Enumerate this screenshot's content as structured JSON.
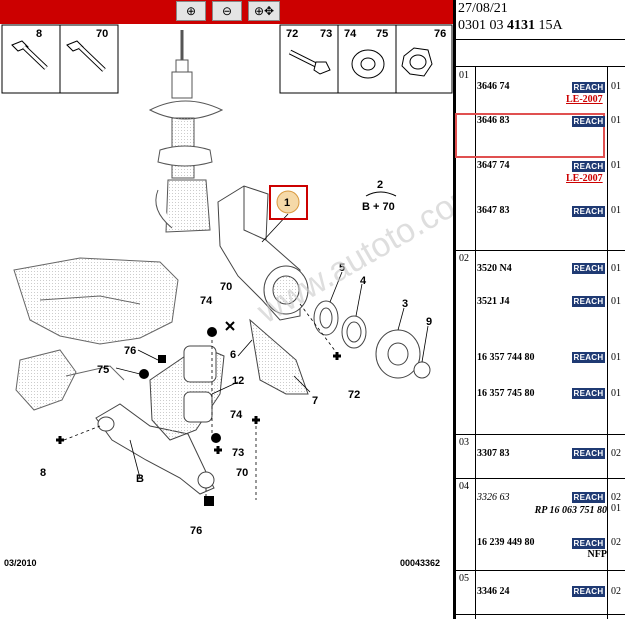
{
  "toolbar": {
    "buttons": [
      {
        "name": "zoom-in",
        "icon": "zoom-in-icon",
        "glyph": "⊕"
      },
      {
        "name": "zoom-out",
        "icon": "zoom-out-icon",
        "glyph": "⊖"
      },
      {
        "name": "zoom-fit",
        "icon": "zoom-fit-icon",
        "glyph": "⊕✥"
      }
    ]
  },
  "diagram": {
    "footer_date": "03/2010",
    "footer_code": "00043362",
    "watermark": "www.autoto.com",
    "fastener_labels": [
      "8",
      "70",
      "72",
      "73",
      "74",
      "75",
      "76"
    ],
    "callouts": [
      "1",
      "2",
      "B + 70",
      "3",
      "4",
      "5",
      "6",
      "7",
      "8",
      "9",
      "12",
      "70",
      "72",
      "73",
      "74",
      "75",
      "76",
      "B"
    ]
  },
  "header": {
    "date": "27/08/21",
    "ref_prefix": "0301 03",
    "ref_bold": "4131",
    "ref_suffix": "15A"
  },
  "groups": [
    {
      "num": "01",
      "parts": [
        {
          "pn": "3646 74",
          "reach": "REACH",
          "note": "LE-2007",
          "qty": "01"
        },
        {
          "pn": "3646 83",
          "reach": "REACH",
          "qty": "01",
          "highlighted": true
        },
        {
          "pn": "3647 74",
          "reach": "REACH",
          "note": "LE-2007",
          "qty": "01"
        },
        {
          "pn": "3647 83",
          "reach": "REACH",
          "qty": "01"
        }
      ]
    },
    {
      "num": "02",
      "parts": [
        {
          "pn": "3520 N4",
          "reach": "REACH",
          "qty": "01"
        },
        {
          "pn": "3521 J4",
          "reach": "REACH",
          "qty": "01"
        },
        {
          "pn": "16 357 744 80",
          "reach": "REACH",
          "qty": "01"
        },
        {
          "pn": "16 357 745 80",
          "reach": "REACH",
          "qty": "01"
        }
      ]
    },
    {
      "num": "03",
      "parts": [
        {
          "pn": "3307 83",
          "reach": "REACH",
          "qty": "02"
        }
      ]
    },
    {
      "num": "04",
      "parts": [
        {
          "pn": "3326 63",
          "reach": "REACH",
          "qty": "02",
          "italic": true,
          "sub": "RP 16 063 751 80",
          "sub_qty": "01"
        },
        {
          "pn": "16 239 449 80",
          "reach": "REACH",
          "qty": "02",
          "sub2": "NFP"
        }
      ]
    },
    {
      "num": "05",
      "parts": [
        {
          "pn": "3346 24",
          "reach": "REACH",
          "qty": "02"
        }
      ]
    }
  ]
}
